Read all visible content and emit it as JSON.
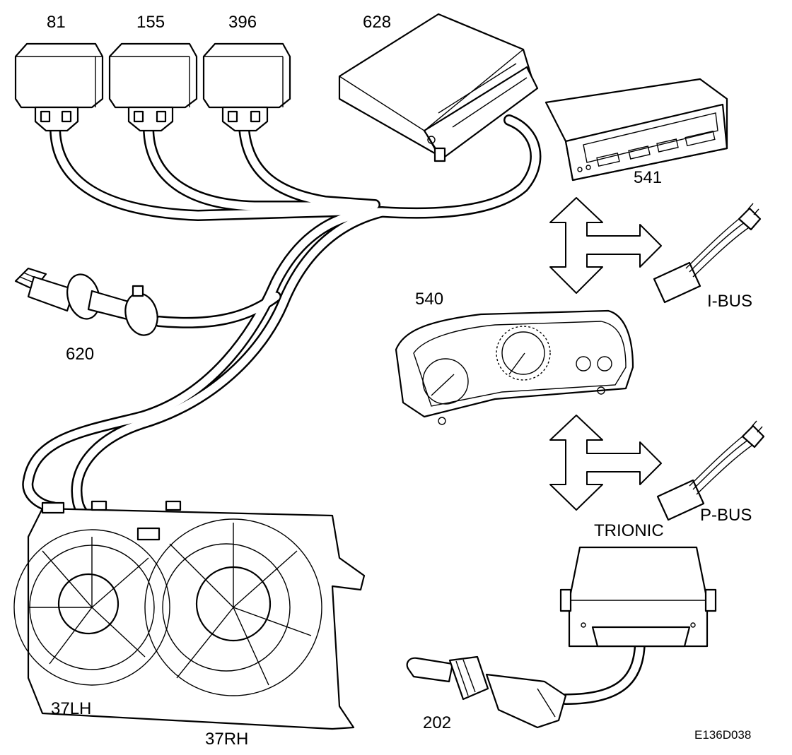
{
  "diagram": {
    "components": {
      "relay_81": "81",
      "relay_155": "155",
      "relay_396": "396",
      "control_module_628": "628",
      "display_unit_541": "541",
      "main_instrument_540": "540",
      "sensor_620": "620",
      "fan_left": "37LH",
      "fan_right": "37RH",
      "temp_sensor_202": "202",
      "engine_ecu": "TRIONIC"
    },
    "buses": {
      "upper": "I-BUS",
      "lower": "P-BUS"
    },
    "figure_code": "E136D038"
  }
}
